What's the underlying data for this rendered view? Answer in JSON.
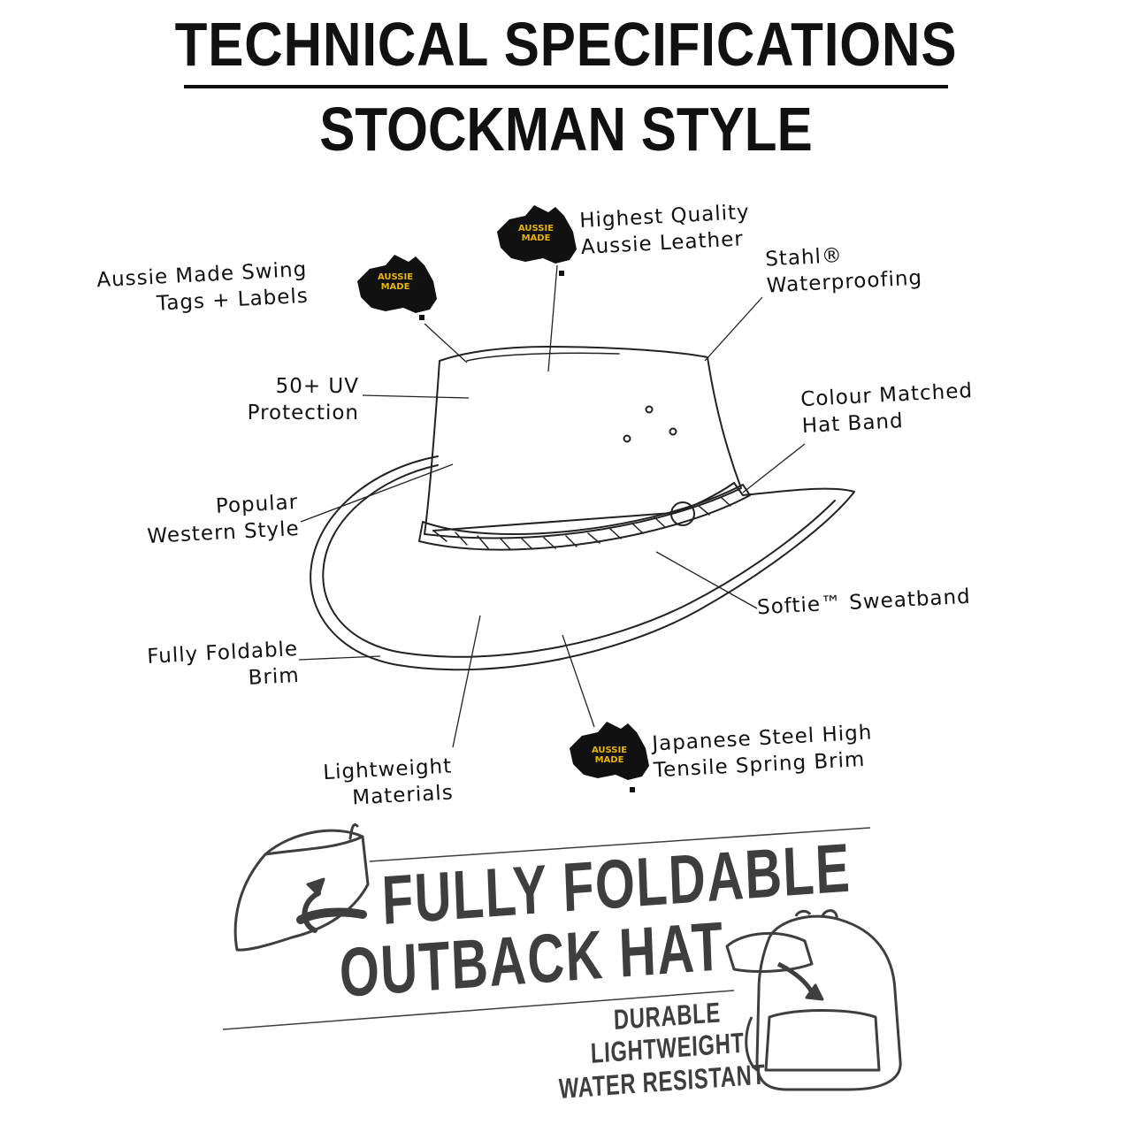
{
  "header": {
    "title": "TECHNICAL SPECIFICATIONS",
    "subtitle": "STOCKMAN STYLE"
  },
  "badges": {
    "text_line1": "AUSSIE",
    "text_line2": "MADE",
    "icon": "australia-map-icon",
    "color_fill": "#111111",
    "color_text": "#e8b400"
  },
  "callouts": {
    "swing_tags": [
      "Aussie Made Swing",
      "Tags + Labels"
    ],
    "leather": [
      "Highest Quality",
      "Aussie Leather"
    ],
    "waterproofing": [
      "Stahl®",
      "Waterproofing"
    ],
    "uv": [
      "50+ UV",
      "Protection"
    ],
    "hat_band": [
      "Colour Matched",
      "Hat Band"
    ],
    "western": [
      "Popular",
      "Western Style"
    ],
    "sweatband": [
      "Softie™ Sweatband"
    ],
    "foldable_brim": [
      "Fully Foldable",
      "Brim"
    ],
    "lightweight": [
      "Lightweight",
      "Materials"
    ],
    "spring_brim": [
      "Japanese Steel High",
      "Tensile Spring Brim"
    ]
  },
  "promo": {
    "line1": "FULLY FOLDABLE",
    "line2": "OUTBACK HAT",
    "features": [
      "DURABLE",
      "LIGHTWEIGHT",
      "WATER RESISTANT"
    ],
    "color": "#3e3e3e"
  }
}
